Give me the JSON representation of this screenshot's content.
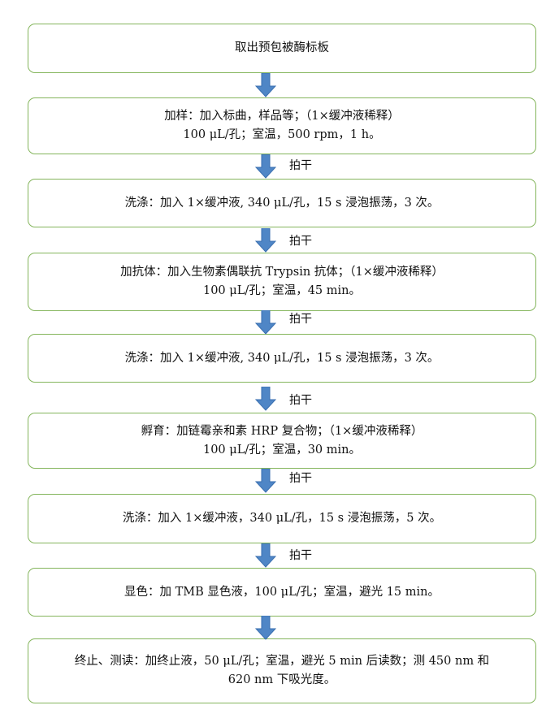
{
  "steps": [
    {
      "lines": [
        "取出预包被酶标板"
      ]
    },
    {
      "lines": [
        "加样：加入标曲，样品等；（1×缓冲液稀释）",
        "100 μL/孔；室温，500 rpm，1 h。"
      ]
    },
    {
      "lines": [
        "洗涤：加入 1×缓冲液, 340 μL/孔，15 s 浸泡振荡，3 次。"
      ]
    },
    {
      "lines": [
        "加抗体：加入生物素偶联抗 Trypsin 抗体；（1×缓冲液稀释）",
        "100 μL/孔；室温，45 min。"
      ]
    },
    {
      "lines": [
        "洗涤：加入 1×缓冲液, 340 μL/孔，15 s 浸泡振荡，3 次。"
      ]
    },
    {
      "lines": [
        "孵育：加链霉亲和素 HRP 复合物；（1×缓冲液稀释）",
        "100 μL/孔；室温，30 min。"
      ]
    },
    {
      "lines": [
        "洗涤：加入 1×缓冲液，340 μL/孔，15 s 浸泡振荡，5 次。"
      ]
    },
    {
      "lines": [
        "显色：加 TMB 显色液，100 μL/孔；室温，避光 15 min。"
      ]
    },
    {
      "lines": [
        "终止、测读：加终止液，50 μL/孔；室温，避光 5 min 后读数；测 450 nm 和",
        "620 nm 下吸光度。"
      ]
    }
  ],
  "connectors": [
    {
      "label": ""
    },
    {
      "label": "拍干"
    },
    {
      "label": "拍干"
    },
    {
      "label": "拍干"
    },
    {
      "label": "拍干"
    },
    {
      "label": "拍干"
    },
    {
      "label": "拍干"
    },
    {
      "label": ""
    }
  ],
  "colors": {
    "box_border": "#84b55c",
    "arrow_fill": "#4f86c6",
    "arrow_stroke": "#3a6fb0"
  }
}
